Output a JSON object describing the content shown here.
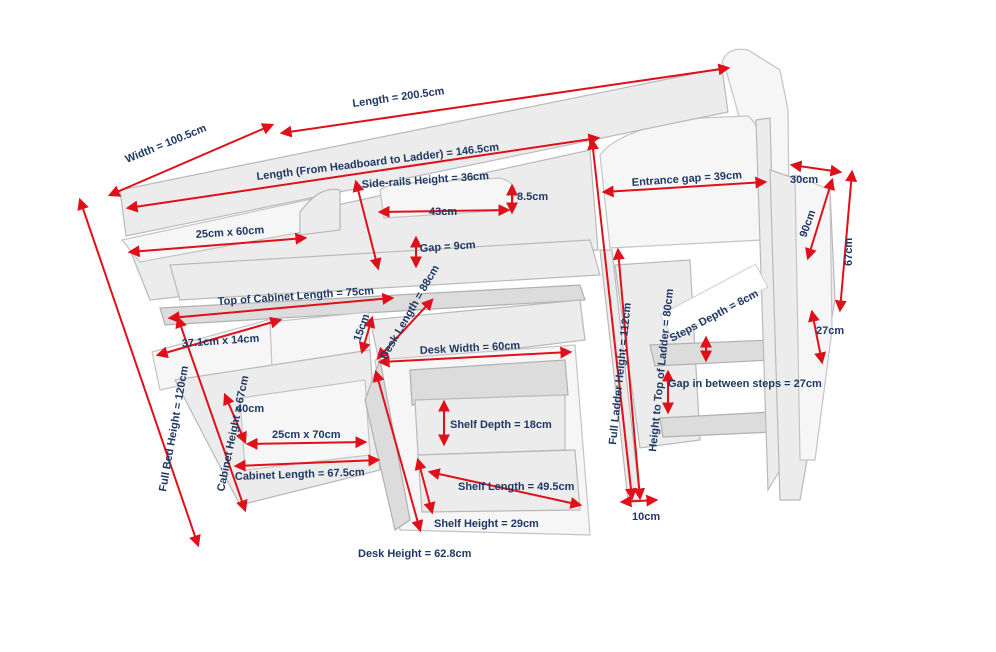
{
  "labels": {
    "length": "Length = 200.5cm",
    "width": "Width = 100.5cm",
    "length_headboard_ladder": "Length (From Headboard to Ladder) = 146.5cm",
    "side_rails_height": "Side-rails Height = 36cm",
    "entrance_gap": "Entrance gap = 39cm",
    "shelf_size_top": "25cm x 60cm",
    "cutout_width": "43cm",
    "cutout_height": "8.5cm",
    "gap": "Gap = 9cm",
    "top_cabinet_length": "Top of Cabinet Length = 75cm",
    "desk_length": "Desk Length = 88cm",
    "drawer_height": "15cm",
    "drawer_size": "37.1cm x 14cm",
    "desk_width": "Desk Width = 60cm",
    "full_bed_height": "Full Bed Height = 120cm",
    "cabinet_height": "Cabinet Height = 67cm",
    "cabinet_depth": "40cm",
    "cabinet_shelf_size": "25cm x 70cm",
    "cabinet_length": "Cabinet Length = 67.5cm",
    "shelf_depth": "Shelf Depth = 18cm",
    "shelf_length": "Shelf Length = 49.5cm",
    "shelf_height": "Shelf Height = 29cm",
    "desk_height": "Desk Height = 62.8cm",
    "full_ladder_height": "Full Ladder Height = 112cm",
    "height_top_ladder": "Height to Top of Ladder = 80cm",
    "ladder_width": "10cm",
    "steps_depth": "Steps Depth = 8cm",
    "gap_between_steps": "Gap in between steps = 27cm",
    "step_gap_side": "27cm",
    "side_depth": "30cm",
    "side_length": "90cm",
    "side_height": "67cm"
  }
}
